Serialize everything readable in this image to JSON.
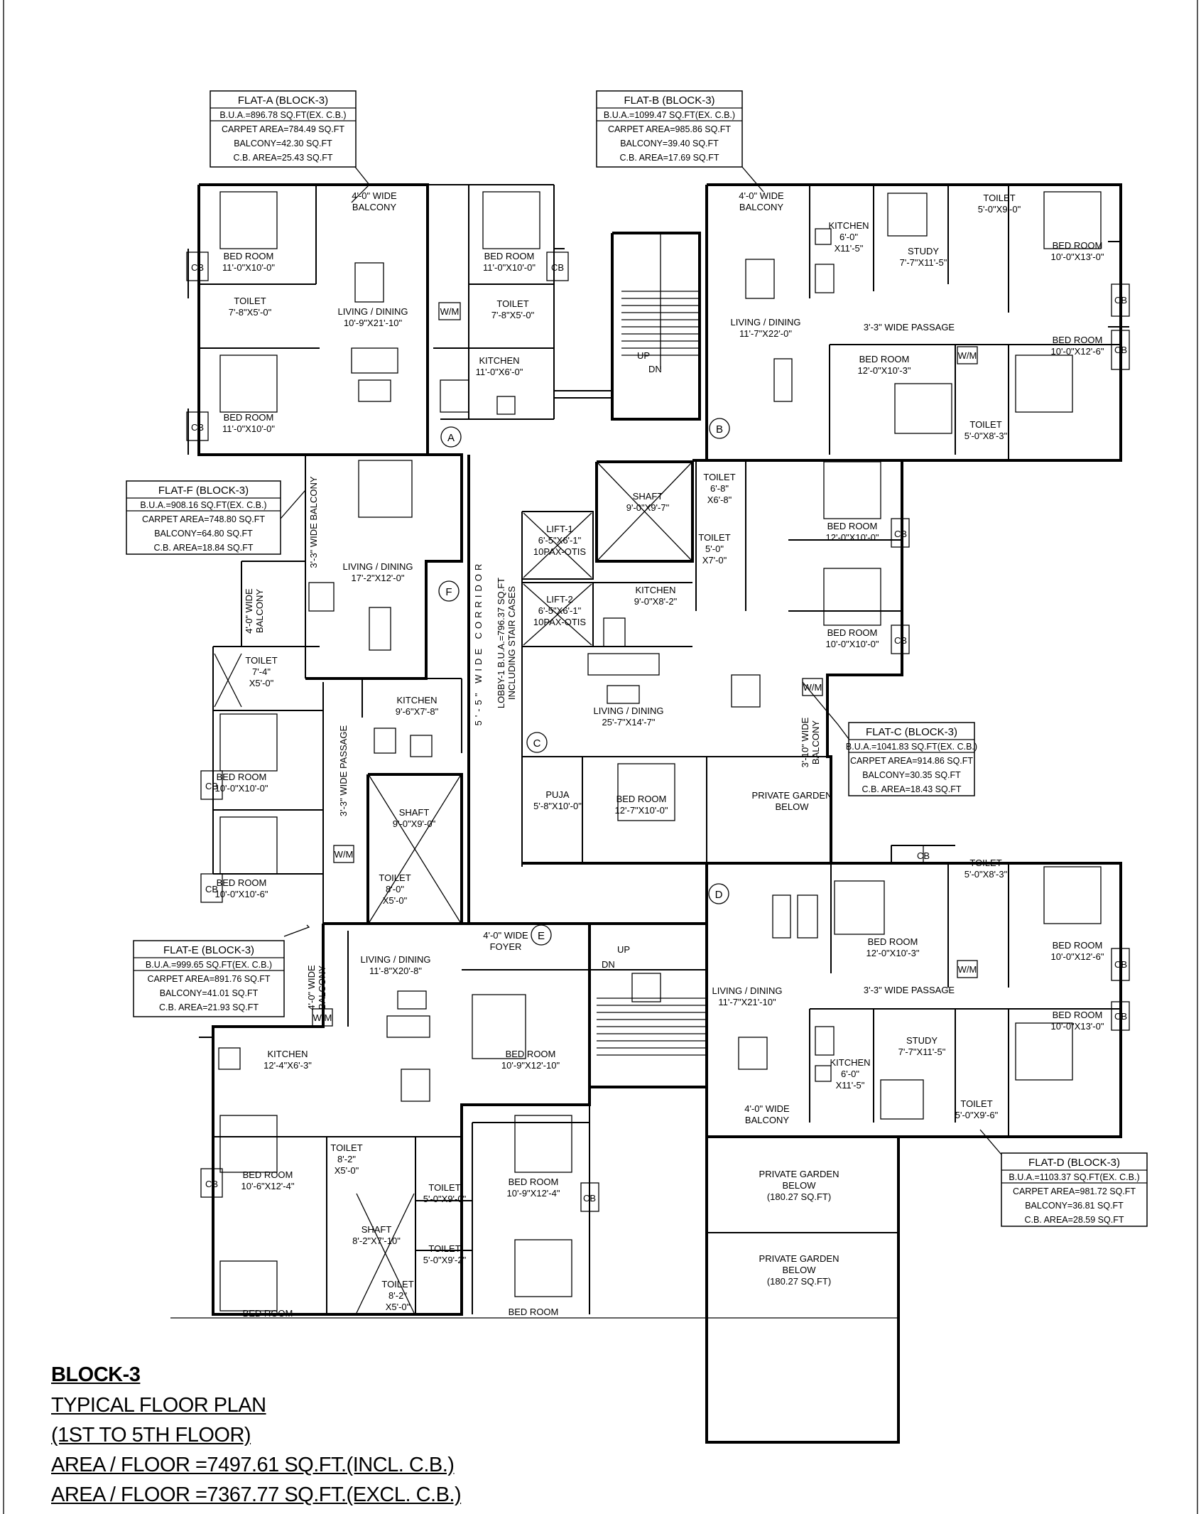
{
  "flats": [
    {
      "id": "A",
      "title": "FLAT-A (BLOCK-3)",
      "bua": "B.U.A.=896.78 SQ.FT(EX. C.B.)",
      "carpet": "CARPET AREA=784.49 SQ.FT",
      "balcony": "BALCONY=42.30 SQ.FT",
      "cb": "C.B. AREA=25.43 SQ.FT"
    },
    {
      "id": "B",
      "title": "FLAT-B (BLOCK-3)",
      "bua": "B.U.A.=1099.47 SQ.FT(EX. C.B.)",
      "carpet": "CARPET AREA=985.86 SQ.FT",
      "balcony": "BALCONY=39.40 SQ.FT",
      "cb": "C.B. AREA=17.69 SQ.FT"
    },
    {
      "id": "F",
      "title": "FLAT-F (BLOCK-3)",
      "bua": "B.U.A.=908.16 SQ.FT(EX. C.B.)",
      "carpet": "CARPET AREA=748.80 SQ.FT",
      "balcony": "BALCONY=64.80 SQ.FT",
      "cb": "C.B. AREA=18.84 SQ.FT"
    },
    {
      "id": "C",
      "title": "FLAT-C (BLOCK-3)",
      "bua": "B.U.A.=1041.83 SQ.FT(EX. C.B.)",
      "carpet": "CARPET AREA=914.86 SQ.FT",
      "balcony": "BALCONY=30.35 SQ.FT",
      "cb": "C.B. AREA=18.43 SQ.FT"
    },
    {
      "id": "E",
      "title": "FLAT-E (BLOCK-3)",
      "bua": "B.U.A.=999.65 SQ.FT(EX. C.B.)",
      "carpet": "CARPET AREA=891.76 SQ.FT",
      "balcony": "BALCONY=41.01 SQ.FT",
      "cb": "C.B. AREA=21.93 SQ.FT"
    },
    {
      "id": "D",
      "title": "FLAT-D (BLOCK-3)",
      "bua": "B.U.A.=1103.37 SQ.FT(EX. C.B.)",
      "carpet": "CARPET AREA=981.72 SQ.FT",
      "balcony": "BALCONY=36.81 SQ.FT",
      "cb": "C.B. AREA=28.59 SQ.FT"
    }
  ],
  "rooms": [
    {
      "t": "BED ROOM|11'-0\"X10'-0\""
    },
    {
      "t": "4'-0\" WIDE|BALCONY"
    },
    {
      "t": "BED ROOM|11'-0\"X10'-0\""
    },
    {
      "t": "TOILET|7'-8\"X5'-0\""
    },
    {
      "t": "LIVING / DINING|10'-9\"X21'-10\""
    },
    {
      "t": "TOILET|7'-8\"X5'-0\""
    },
    {
      "t": "KITCHEN|11'-0\"X6'-0\""
    },
    {
      "t": "BED ROOM|11'-0\"X10'-0\""
    },
    {
      "t": "4'-0\" WIDE|BALCONY"
    },
    {
      "t": "KITCHEN|6'-0\"|X11'-5\""
    },
    {
      "t": "STUDY|7'-7\"X11'-5\""
    },
    {
      "t": "TOILET|5'-0\"X9'-0\""
    },
    {
      "t": "BED ROOM|10'-0\"X13'-0\""
    },
    {
      "t": "LIVING / DINING|11'-7\"X22'-0\""
    },
    {
      "t": "3'-3\" WIDE PASSAGE"
    },
    {
      "t": "BED ROOM|10'-0\"X12'-6\""
    },
    {
      "t": "BED ROOM|12'-0\"X10'-3\""
    },
    {
      "t": "TOILET|5'-0\"X8'-3\""
    },
    {
      "t": "SHAFT|9'-0\"X9'-7\""
    },
    {
      "t": "TOILET|6'-8\"|X6'-8\""
    },
    {
      "t": "BED ROOM|12'-0\"X10'-0\""
    },
    {
      "t": "LIFT-1|6'-5\"X6'-1\"|10PAX-OTIS"
    },
    {
      "t": "TOILET|5'-0\"|X7'-0\""
    },
    {
      "t": "LIFT-2|6'-5\"X6'-1\"|10PAX-OTIS"
    },
    {
      "t": "KITCHEN|9'-0\"X8'-2\""
    },
    {
      "t": "BED ROOM|10'-0\"X10'-0\""
    },
    {
      "t": "LIVING / DINING|17'-2\"X12'-0\""
    },
    {
      "t": "TOILET|7'-4\"|X5'-0\""
    },
    {
      "t": "KITCHEN|9'-6\"X7'-8\""
    },
    {
      "t": "LIVING / DINING|25'-7\"X14'-7\""
    },
    {
      "t": "BED ROOM|10'-0\"X10'-0\""
    },
    {
      "t": "PUJA|5'-8\"X10'-0\""
    },
    {
      "t": "BED ROOM|12'-7\"X10'-0\""
    },
    {
      "t": "PRIVATE GARDEN|BELOW"
    },
    {
      "t": "SHAFT|9'-0\"X9'-0\""
    },
    {
      "t": "BED ROOM|10'-0\"X10'-6\""
    },
    {
      "t": "TOILET|8'-0\"|X5'-0\""
    },
    {
      "t": "4'-0\" WIDE|FOYER"
    },
    {
      "t": "TOILET|5'-0\"X8'-3\""
    },
    {
      "t": "BED ROOM|12'-0\"X10'-3\""
    },
    {
      "t": "BED ROOM|10'-0\"X12'-6\""
    },
    {
      "t": "3'-3\" WIDE PASSAGE"
    },
    {
      "t": "LIVING / DINING|11'-8\"X20'-8\""
    },
    {
      "t": "LIVING / DINING|11'-7\"X21'-10\""
    },
    {
      "t": "BED ROOM|10'-0\"X13'-0\""
    },
    {
      "t": "KITCHEN|12'-4\"X6'-3\""
    },
    {
      "t": "BED ROOM|10'-9\"X12'-10\""
    },
    {
      "t": "STUDY|7'-7\"X11'-5\""
    },
    {
      "t": "KITCHEN|6'-0\"|X11'-5\""
    },
    {
      "t": "4'-0\" WIDE|BALCONY"
    },
    {
      "t": "TOILET|5'-0\"X9'-6\""
    },
    {
      "t": "TOILET|8'-2\"|X5'-0\""
    },
    {
      "t": "BED ROOM|10'-6\"X12'-4\""
    },
    {
      "t": "BED ROOM|10'-9\"X12'-4\""
    },
    {
      "t": "TOILET|5'-0\"X9'-0\""
    },
    {
      "t": "PRIVATE GARDEN|BELOW|(180.27 SQ.FT)"
    },
    {
      "t": "SHAFT|8'-2\"X7'-10\""
    },
    {
      "t": "TOILET|5'-0\"X9'-2\""
    },
    {
      "t": "PRIVATE GARDEN|BELOW|(180.27 SQ.FT)"
    },
    {
      "t": "TOILET|8'-2\"|X5'-0\""
    },
    {
      "t": "BED ROOM"
    },
    {
      "t": "BED ROOM"
    }
  ],
  "vertical_labels": [
    {
      "t": "3'-3\" WIDE BALCONY"
    },
    {
      "t": "4'-0\" WIDE|BALCONY"
    },
    {
      "t": "5'-5\" WIDE CORRIDOR"
    },
    {
      "t": "LOBBY-1 B.U.A.=796.37 SQ.FT|INCLUDING STAIR CASES"
    },
    {
      "t": "3'-3\" WIDE PASSAGE"
    },
    {
      "t": "3'-10\" WIDE|BALCONY"
    },
    {
      "t": "4'-0\" WIDE|BALCONY"
    }
  ],
  "markers": [
    "A",
    "B",
    "C",
    "D",
    "E",
    "F"
  ],
  "tags": {
    "cb": "CB",
    "wm": "W/M",
    "up": "UP",
    "dn": "DN"
  },
  "caption": {
    "block": "BLOCK-3",
    "title": "TYPICAL FLOOR PLAN",
    "floors": "(1ST TO 5TH FLOOR)",
    "area_incl": "AREA / FLOOR =7497.61 SQ.FT.(INCL. C.B.)",
    "area_excl": "AREA / FLOOR =7367.77 SQ.FT.(EXCL. C.B.)"
  }
}
